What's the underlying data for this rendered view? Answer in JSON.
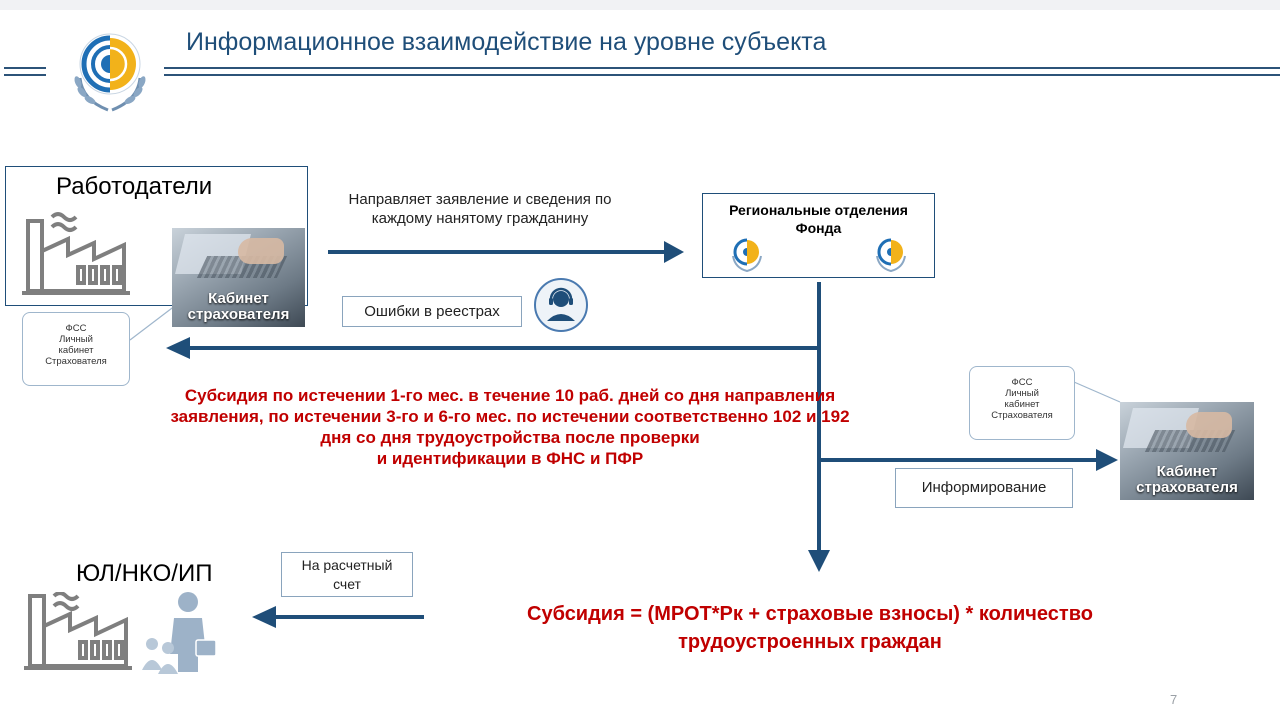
{
  "header": {
    "title": "Информационное взаимодействие на уровне субъекта"
  },
  "employers": {
    "label": "Работодатели"
  },
  "cabinet": {
    "line1": "Кабинет",
    "line2": "страхователя"
  },
  "callout": {
    "line1": "ФСС",
    "line2": "Личный",
    "line3": "кабинет",
    "line4": "Страхователя"
  },
  "flow": {
    "send_line1": "Направляет заявление и сведения по",
    "send_line2": "каждому нанятому гражданину",
    "errors": "Ошибки в реестрах",
    "informing": "Информирование",
    "account_line1": "На расчетный",
    "account_line2": "счет"
  },
  "regional": {
    "line1": "Региональные отделения",
    "line2": "Фонда"
  },
  "subsidy_terms": [
    "Субсидия по истечении 1-го мес. в течение 10 раб. дней со дня направления",
    "заявления, по истечении 3-го и 6-го мес. по истечении соответственно 102 и 192",
    "дня со дня трудоустройства после проверки",
    "и идентификации в ФНС и ПФР"
  ],
  "recipients": {
    "label": "ЮЛ/НКО/ИП"
  },
  "formula": {
    "line1": "Субсидия = (МРОТ*Рк + страховые взносы) * количество",
    "line2": "трудоустроенных граждан"
  },
  "footer": {
    "page_number": "7"
  },
  "colors": {
    "primary": "#1f4e79",
    "accent_red": "#c00000",
    "logo_yellow": "#f2b21a"
  },
  "icons": [
    "fss-logo-icon",
    "factory-icon",
    "laptop-photo",
    "support-operator-icon",
    "businessman-icon",
    "people-group-icon"
  ]
}
